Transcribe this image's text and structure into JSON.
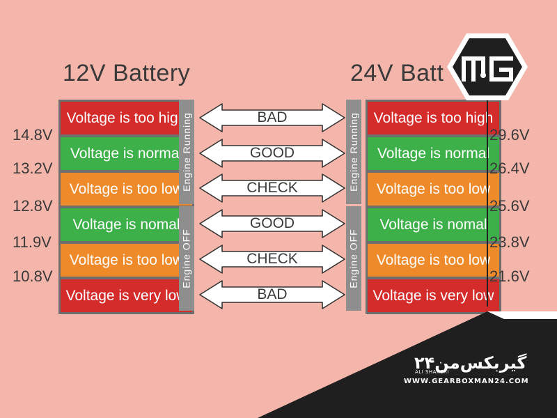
{
  "left": {
    "title": "12V Battery",
    "rows": [
      {
        "label": "Voltage is too high",
        "color": "#d42b2b"
      },
      {
        "label": "Voltage is normal",
        "color": "#3db04a"
      },
      {
        "label": "Voltage is too low",
        "color": "#ef8a2a"
      },
      {
        "label": "Voltage is nomal",
        "color": "#3db04a"
      },
      {
        "label": "Voltage is too low",
        "color": "#ef8a2a"
      },
      {
        "label": "Voltage is very low",
        "color": "#d42b2b"
      }
    ],
    "voltages": [
      "14.8V",
      "13.2V",
      "12.8V",
      "11.9V",
      "10.8V"
    ]
  },
  "right": {
    "title": "24V Batt",
    "rows": [
      {
        "label": "Voltage is too high",
        "color": "#d42b2b"
      },
      {
        "label": "Voltage is normal",
        "color": "#3db04a"
      },
      {
        "label": "Voltage is too low",
        "color": "#ef8a2a"
      },
      {
        "label": "Voltage is nomal",
        "color": "#3db04a"
      },
      {
        "label": "Voltage is too low",
        "color": "#ef8a2a"
      },
      {
        "label": "Voltage is very low",
        "color": "#d42b2b"
      }
    ],
    "voltages": [
      "29.6V",
      "26.4V",
      "25.6V",
      "23.8V",
      "21.6V"
    ]
  },
  "states": {
    "running": "Engine Running",
    "off": "Engine OFF"
  },
  "arrows": [
    "BAD",
    "GOOD",
    "CHECK",
    "GOOD",
    "CHECK",
    "BAD"
  ],
  "brand": {
    "name_fa": "گیربکس‌من۲۴",
    "author": "ALI SHAKERI",
    "url": "WWW.GEARBOXMAN24.COM"
  },
  "colors": {
    "background": "#f4b5aa",
    "red": "#d42b2b",
    "green": "#3db04a",
    "orange": "#ef8a2a",
    "dark": "#1f1f1f"
  },
  "icons": {
    "logo": "gear-hexagon-logo-icon",
    "arrow": "double-arrow-icon"
  }
}
